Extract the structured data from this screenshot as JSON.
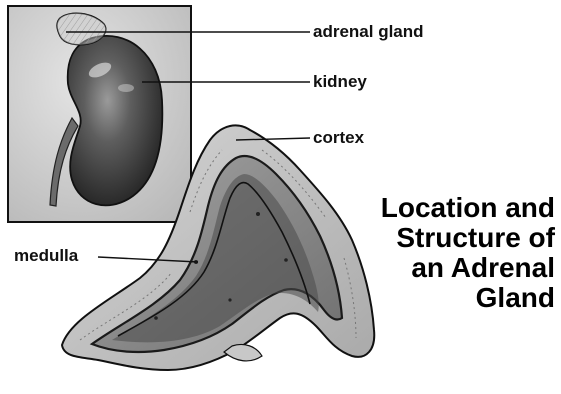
{
  "figure": {
    "title_lines": [
      "Location and",
      "Structure of",
      "an Adrenal",
      "Gland"
    ]
  },
  "labels": {
    "adrenal_gland": "adrenal gland",
    "kidney": "kidney",
    "cortex": "cortex",
    "medulla": "medulla"
  },
  "colors": {
    "ink": "#111111",
    "paper": "#ffffff",
    "inset_bg": "#cfcfcf",
    "kidney_dark": "#3a3a3a",
    "cortex_tone": "#bdbdbd",
    "medulla_tone": "#8a8a8a"
  }
}
